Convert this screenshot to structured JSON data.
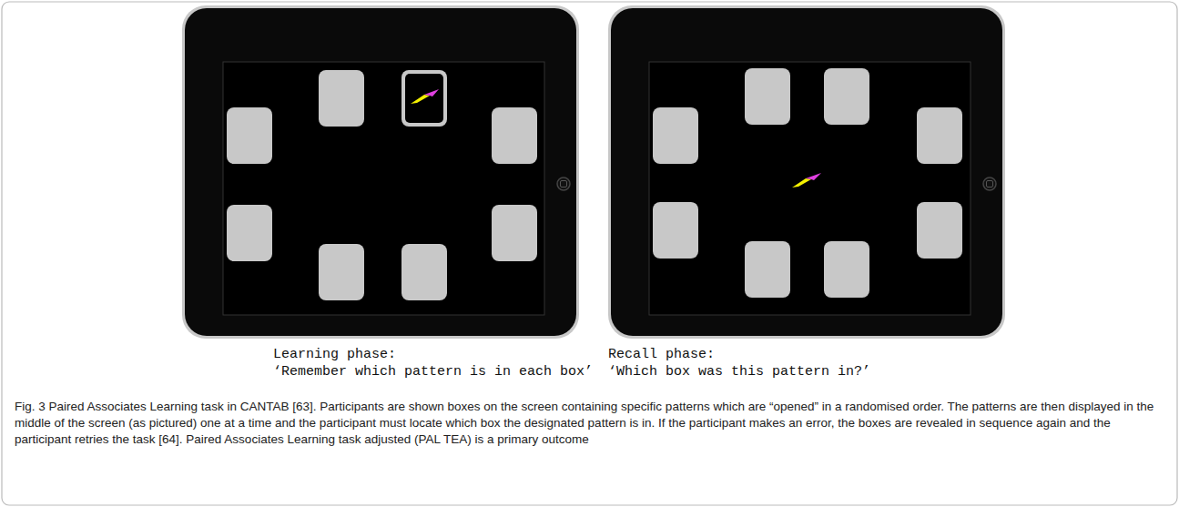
{
  "diagram": {
    "caption": "Fig. 3 Paired Associates Learning task in CANTAB [63]. Participants are shown boxes on the screen containing specific patterns which are “opened” in a randomised order. The patterns are then displayed in the middle of the screen (as pictured) one at a time and the participant must locate which box the designated pattern is in. If the participant makes an error, the boxes are revealed in sequence again and the participant retries the task [64]. Paired Associates Learning task adjusted (PAL TEA) is a primary outcome",
    "labels": [
      "Learning phase:",
      "‘Remember which pattern is in each box’",
      "Recall phase:",
      "‘Which box was this pattern in?’"
    ]
  }
}
